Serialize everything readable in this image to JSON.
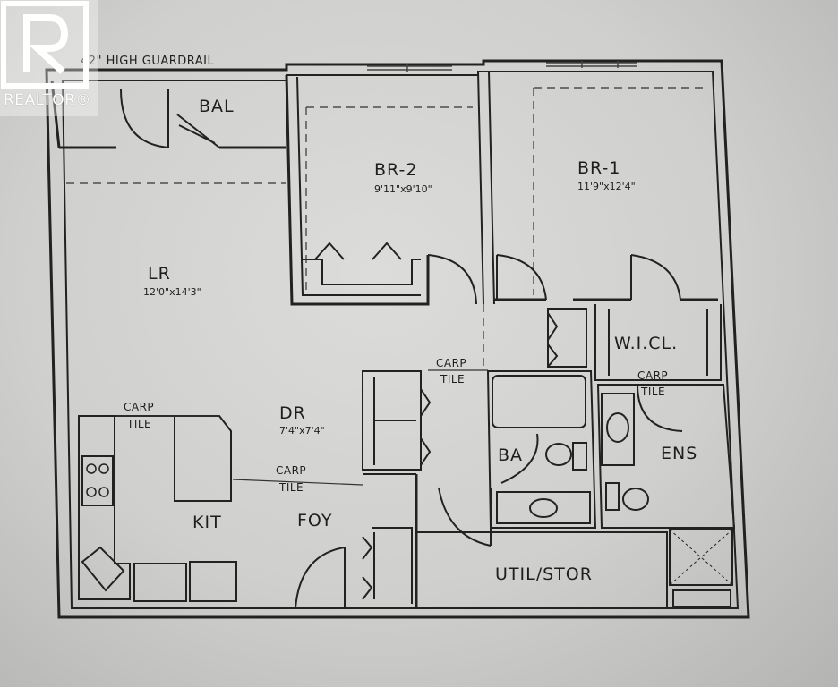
{
  "plan": {
    "guardrail_note": "42\" HIGH GUARDRAIL",
    "rooms": {
      "bal": "BAL",
      "br2": "BR-2",
      "br2_dim": "9'11\"x9'10\"",
      "br1": "BR-1",
      "br1_dim": "11'9\"x12'4\"",
      "lr": "LR",
      "lr_dim": "12'0\"x14'3\"",
      "dr": "DR",
      "dr_dim": "7'4\"x7'4\"",
      "kit": "KIT",
      "foy": "FOY",
      "ba": "BA",
      "ens": "ENS",
      "wicl": "W.I.CL.",
      "util": "UTIL/STOR"
    },
    "floor_transitions": {
      "kit_carp": "CARP",
      "kit_tile": "TILE",
      "dr_carp": "CARP",
      "dr_tile": "TILE",
      "hall_carp": "CARP",
      "hall_tile": "TILE",
      "ens_carp": "CARP",
      "ens_tile": "TILE"
    }
  },
  "watermark": {
    "brand": "REALTOR®"
  }
}
